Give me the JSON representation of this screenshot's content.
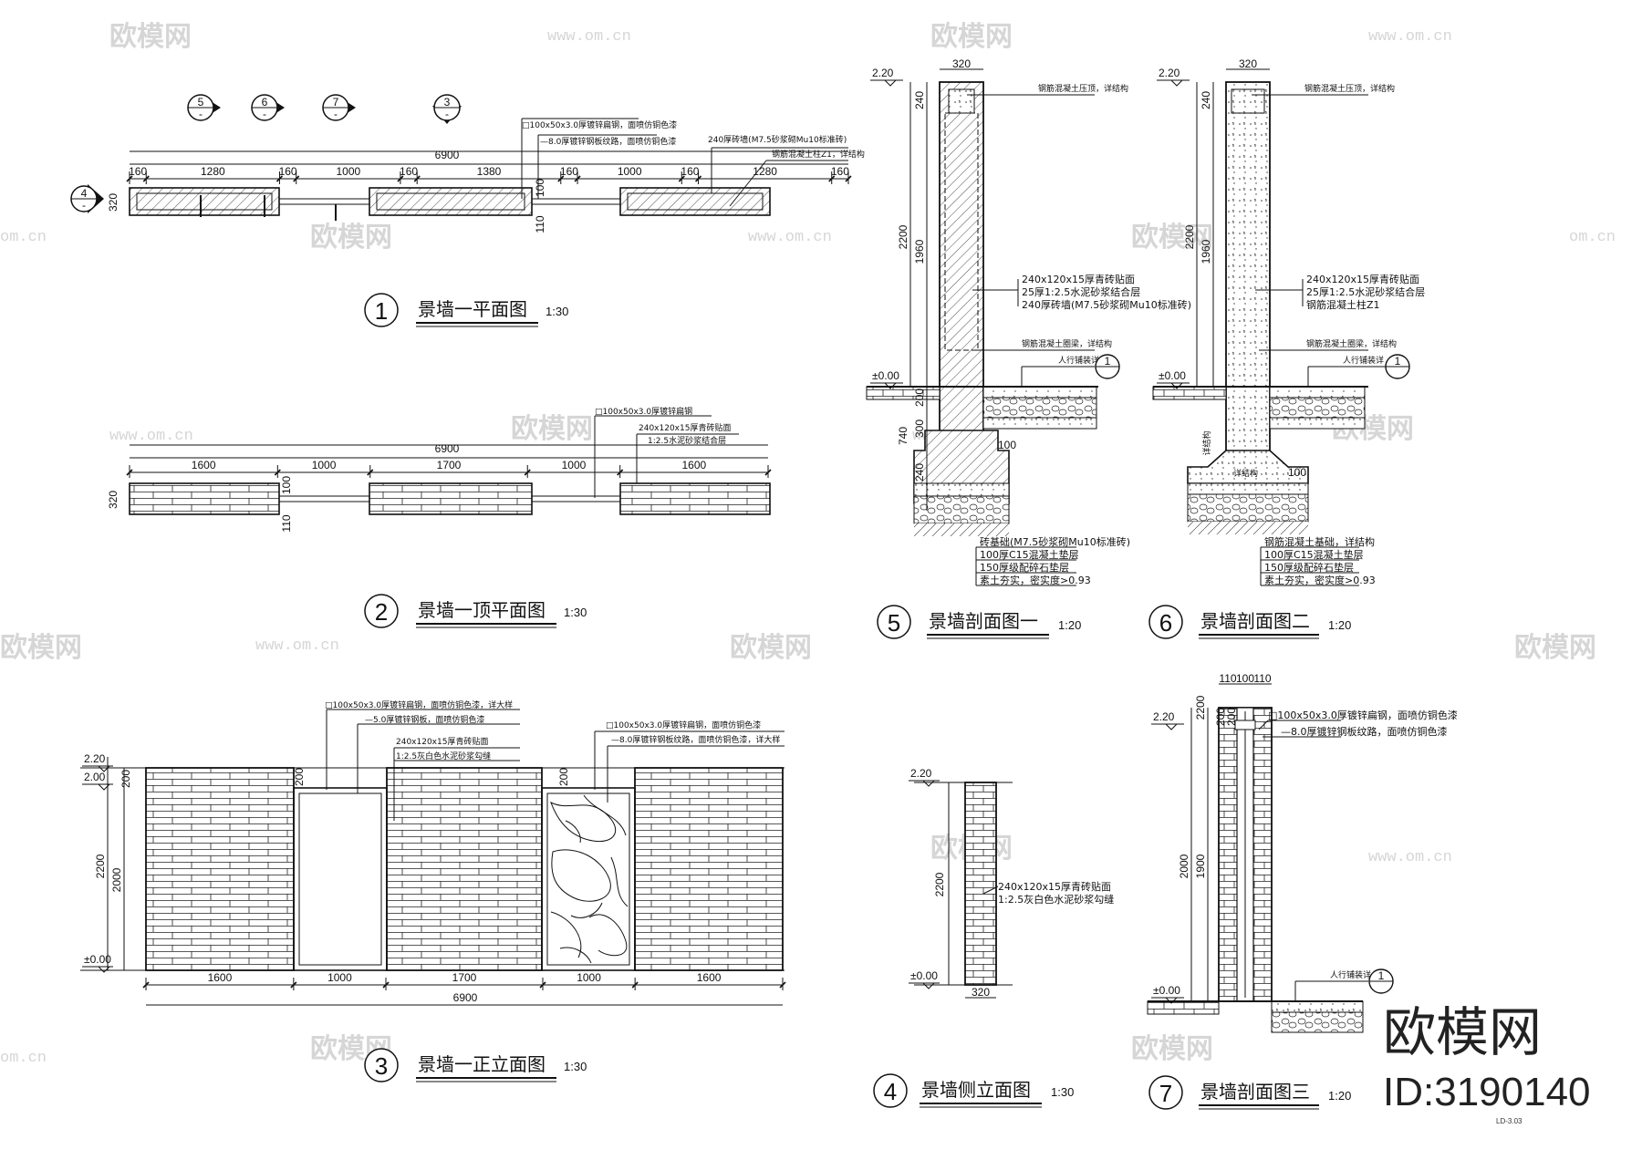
{
  "watermark": {
    "brand": "欧模网",
    "url": "www.om.cn",
    "url_short": "om.cn"
  },
  "brand_mark": {
    "name": "欧模网",
    "id": "ID:3190140"
  },
  "sheet_number": "LD-3.03",
  "views": {
    "v1": {
      "number": "1",
      "title": "景墙一平面图",
      "scale": "1:30",
      "dims_top": [
        "160",
        "1280",
        "160",
        "1000",
        "160",
        "1380",
        "160",
        "1000",
        "160",
        "1280",
        "160"
      ],
      "dim_total": "6900",
      "dim_depth": "320",
      "dim_a": "110",
      "dim_b": "100",
      "callouts": [
        "□100x50x3.0厚镀锌扁钢，面喷仿铜色漆",
        "—8.0厚镀锌钢板纹路，面喷仿铜色漆",
        "240厚砖墙(M7.5砂浆砌Mu10标准砖)",
        "钢筋混凝土柱Z1，详结构"
      ],
      "markers": [
        {
          "num": "5",
          "sub": "-"
        },
        {
          "num": "6",
          "sub": "-"
        },
        {
          "num": "7",
          "sub": "-"
        },
        {
          "num": "3",
          "sub": "-"
        },
        {
          "num": "4",
          "sub": "-"
        }
      ]
    },
    "v2": {
      "number": "2",
      "title": "景墙一顶平面图",
      "scale": "1:30",
      "dims_top": [
        "1600",
        "1000",
        "1700",
        "1000",
        "1600"
      ],
      "dim_total": "6900",
      "dim_depth": "320",
      "dim_a": "110",
      "dim_b": "100",
      "callouts": [
        "□100x50x3.0厚镀锌扁钢",
        "240x120x15厚青砖贴面",
        "1:2.5水泥砂浆结合层"
      ]
    },
    "v3": {
      "number": "3",
      "title": "景墙一正立面图",
      "scale": "1:30",
      "dims_bottom": [
        "1600",
        "1000",
        "1700",
        "1000",
        "1600"
      ],
      "dim_total": "6900",
      "levels": [
        "2.20",
        "2.00",
        "±0.00"
      ],
      "dims_left": [
        "200",
        "2200",
        "2000"
      ],
      "dim_inner": "200",
      "callouts_left": [
        "□100x50x3.0厚镀锌扁钢，面喷仿铜色漆，详大样",
        "—5.0厚镀锌钢板，面喷仿铜色漆",
        "240x120x15厚青砖贴面",
        "1:2.5灰白色水泥砂浆勾缝"
      ],
      "callouts_right": [
        "□100x50x3.0厚镀锌扁钢，面喷仿铜色漆",
        "—8.0厚镀锌钢板纹路，面喷仿铜色漆，详大样"
      ]
    },
    "v4": {
      "number": "4",
      "title": "景墙侧立面图",
      "scale": "1:30",
      "levels": [
        "2.20",
        "±0.00"
      ],
      "dim_height": "2200",
      "dim_width": "320",
      "callouts": [
        "240x120x15厚青砖贴面",
        "1:2.5灰白色水泥砂浆勾缝"
      ]
    },
    "v5": {
      "number": "5",
      "title": "景墙剖面图一",
      "scale": "1:20",
      "levels": [
        "2.20",
        "±0.00"
      ],
      "dims_left": [
        "240",
        "2200",
        "1960",
        "200",
        "740",
        "300",
        "240"
      ],
      "dim_top": "320",
      "dim_foot": "100",
      "callouts_mid": [
        "240x120x15厚青砖贴面",
        "25厚1:2.5水泥砂浆结合层",
        "240厚砖墙(M7.5砂浆砌Mu10标准砖)"
      ],
      "callout_top": "钢筋混凝土压顶，详结构",
      "callout_beam": "钢筋混凝土圈梁，详结构",
      "callout_paving": "人行铺装详",
      "paving_ref": "1",
      "callouts_bottom": [
        "砖基础(M7.5砂浆砌Mu10标准砖)",
        "100厚C15混凝土垫层",
        "150厚级配碎石垫层",
        "素土夯实，密实度>0.93"
      ]
    },
    "v6": {
      "number": "6",
      "title": "景墙剖面图二",
      "scale": "1:20",
      "levels": [
        "2.20",
        "±0.00"
      ],
      "dims_left": [
        "240",
        "2200",
        "1960"
      ],
      "dim_top": "320",
      "dim_foot": "100",
      "callouts_mid": [
        "240x120x15厚青砖贴面",
        "25厚1:2.5水泥砂浆结合层",
        "钢筋混凝土柱Z1"
      ],
      "callout_top": "钢筋混凝土压顶，详结构",
      "callout_beam": "钢筋混凝土圈梁，详结构",
      "callout_paving": "人行铺装详",
      "paving_ref": "1",
      "callout_side": "详结构",
      "callout_foot": "详结构",
      "callouts_bottom": [
        "钢筋混凝土基础，详结构",
        "100厚C15混凝土垫层",
        "150厚级配碎石垫层",
        "素土夯实，密实度>0.93"
      ]
    },
    "v7": {
      "number": "7",
      "title": "景墙剖面图三",
      "scale": "1:20",
      "levels": [
        "2.20",
        "±0.00"
      ],
      "dims_top": [
        "110",
        "100",
        "110"
      ],
      "dims_left": [
        "200",
        "2200",
        "2000",
        "1900"
      ],
      "dim_inner": "200",
      "callouts": [
        "□100x50x3.0厚镀锌扁钢，面喷仿铜色漆",
        "—8.0厚镀锌钢板纹路，面喷仿铜色漆"
      ],
      "callout_paving": "人行铺装详",
      "paving_ref": "1"
    }
  }
}
